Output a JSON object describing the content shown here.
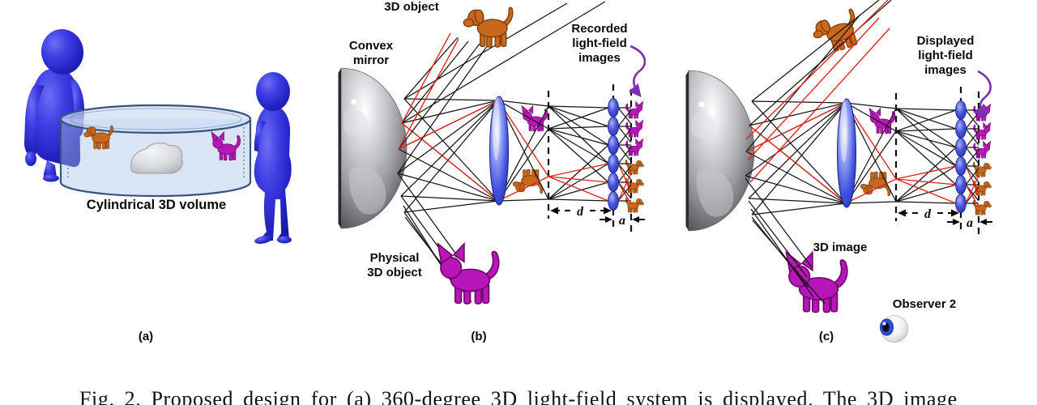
{
  "figure": {
    "caption": "Fig. 2. Proposed design for (a) 360-degree 3D light-field system is displayed. The 3D image",
    "panel_a": {
      "tag": "(a)",
      "volume_label": "Cylindrical 3D volume"
    },
    "panel_b": {
      "tag": "(b)",
      "object_label": "3D object",
      "mirror_label_1": "Convex",
      "mirror_label_2": "mirror",
      "recorded_1": "Recorded",
      "recorded_2": "light-field",
      "recorded_3": "images",
      "physical_1": "Physical",
      "physical_2": "3D object"
    },
    "panel_c": {
      "tag": "(c)",
      "displayed_1": "Displayed",
      "displayed_2": "light-field",
      "displayed_3": "images",
      "image_label": "3D image",
      "observer_label": "Observer 2"
    },
    "dims": {
      "d": "d",
      "a": "a"
    },
    "colors": {
      "dog_orange": "#c8681c",
      "cat_magenta": "#b816b8",
      "people_blue": "#2b2fd2",
      "ray_black": "#151515",
      "ray_red": "#e32117",
      "lens_blue": "#3443cf",
      "arrow_purple": "#7a2fb4",
      "mirror_gray": "#9a9aa0",
      "cylinder_blue": "#b6cdeb"
    }
  }
}
